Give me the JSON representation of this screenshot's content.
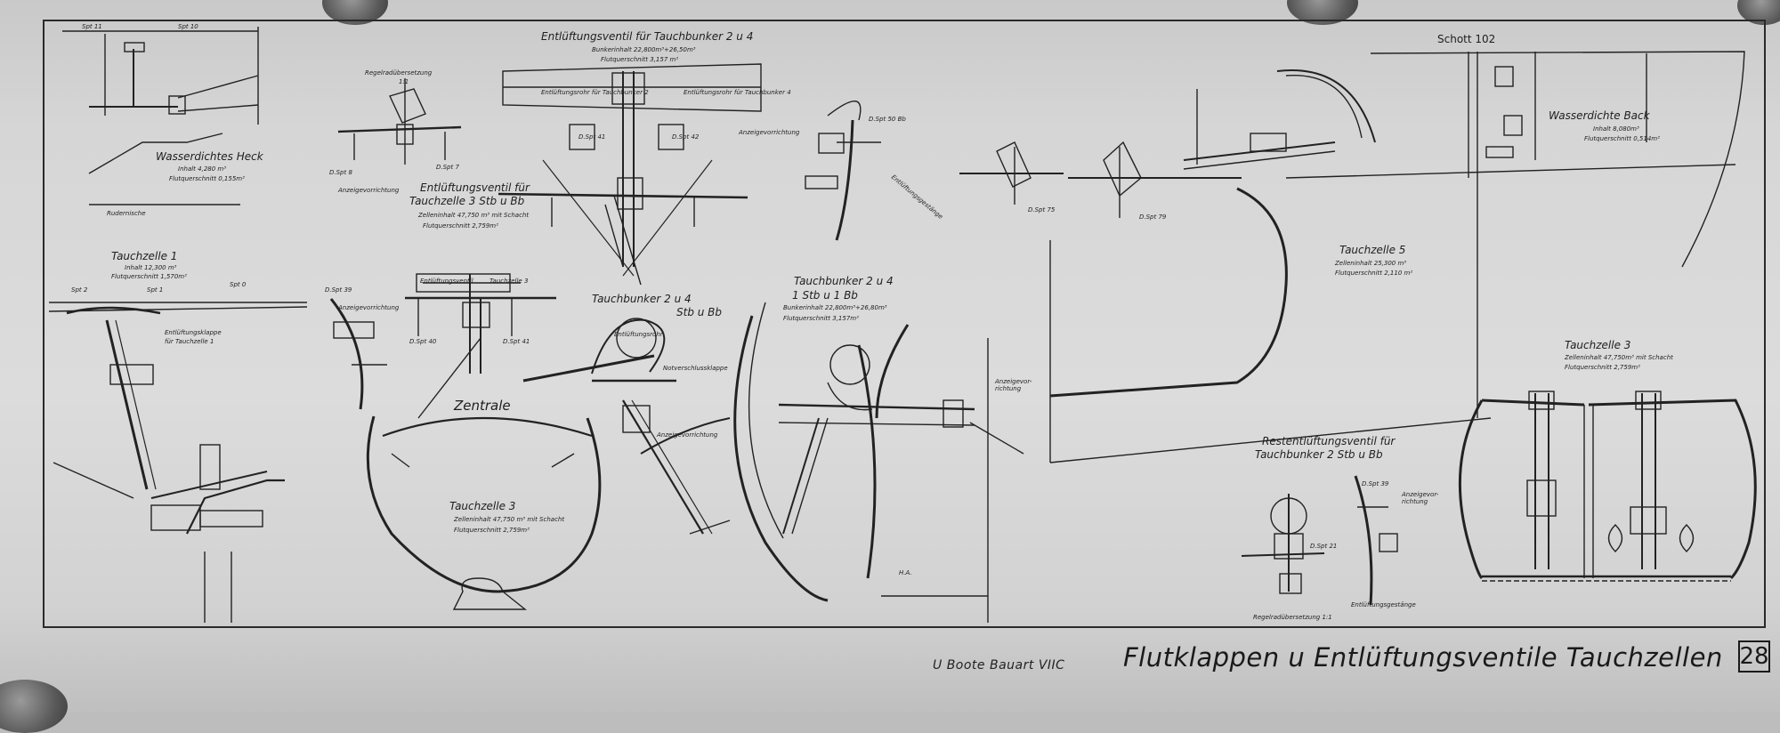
{
  "labels": {
    "wasserdichtes_heck": "Wasserdichtes Heck",
    "heck_inhalt": "Inhalt 4,280 m³",
    "heck_flut": "Flutquerschnitt 0,155m²",
    "rudernische": "Rudernische",
    "spt11": "Spt 11",
    "spt10": "Spt 10",
    "tauchzelle1": "Tauchzelle 1",
    "tz1_inhalt": "Inhalt 12,300 m³",
    "tz1_flut": "Flutquerschnitt 1,570m²",
    "spt2": "Spt 2",
    "spt1": "Spt 1",
    "spt0": "Spt 0",
    "entlueftungsklappe": "Entlüftungsklappe",
    "fuer_tz1": "für Tauchzelle 1",
    "regelradubersetzung1": "Regelradübersetzung",
    "ratio11": "1:1",
    "dspt8": "D.Spt 8",
    "dspt7": "D.Spt 7",
    "anzeigevorrichtung1": "Anzeigevorrichtung",
    "ev_tz3_l1": "Entlüftungsventil für",
    "ev_tz3_l2": "Tauchzelle 3   Stb u Bb",
    "ev_tz3_inhalt": "Zelleninhalt 47,750 m³ mit Schacht",
    "ev_tz3_flut": "Flutquerschnitt 2,759m²",
    "ev_tb_title": "Entlüftungsventil für Tauchbunker 2 u 4",
    "ev_tb_inhalt": "Bunkerinhalt 22,800m³+26,50m³",
    "ev_tb_flut": "Flutquerschnitt 3,157 m²",
    "ev_rohr_links": "Entlüftungsrohr für Tauchbunker 2",
    "ev_rohr_rechts": "Entlüftungsrohr für Tauchbunker 4",
    "dspt41a": "D.Spt 41",
    "dspt42": "D.Spt 42",
    "anzeigevorrichtung2": "Anzeigevorrichtung",
    "dspt50": "D.Spt 50 Bb",
    "entlueftungsgestaenge": "Entlüftungsgestänge",
    "dspt39": "D.Spt 39",
    "anzeigevorrichtung3": "Anzeigevorrichtung",
    "ev_tz3_small": "Entlüftungsventil",
    "tz3_small": "Tauchzelle 3",
    "dspt40": "D.Spt 40",
    "dspt41b": "D.Spt 41",
    "zentrale": "Zentrale",
    "tz3_center": "Tauchzelle 3",
    "tz3_center_inhalt": "Zelleninhalt 47,750 m³ mit Schacht",
    "tz3_center_flut": "Flutquerschnitt 2,759m²",
    "tb24_l1": "Tauchbunker 2 u 4",
    "tb24_l2": "Stb u Bb",
    "entlueftungsrohr": "Entlüftungsrohr",
    "notverschlussklappe": "Notverschlussklappe",
    "anzeigevorrichtung4": "Anzeigevorrichtung",
    "tb24b_l1": "Tauchbunker 2 u 4",
    "tb24b_l2": "1 Stb u 1 Bb",
    "tb24b_inhalt": "Bunkerinhalt 22,800m³+26,80m³",
    "tb24b_flut": "Flutquerschnitt 3,157m²",
    "anzeigevorrichtung5": "Anzeigevor-richtung",
    "ha": "H.A.",
    "dspt75": "D.Spt 75",
    "dspt79": "D.Spt 79",
    "schott102": "Schott 102",
    "wasserdichte_back": "Wasserdichte Back",
    "back_inhalt": "Inhalt 8,080m³",
    "back_flut": "Flutquerschnitt 0,514m²",
    "tauchzelle5": "Tauchzelle 5",
    "tz5_inhalt": "Zelleninhalt 25,300 m³",
    "tz5_flut": "Flutquerschnitt 2,110 m²",
    "tz3_right": "Tauchzelle 3",
    "tz3_right_inhalt": "Zelleninhalt 47,750m³ mit Schacht",
    "tz3_right_flut": "Flutquerschnitt 2,759m²",
    "rest_l1": "Restentlüftungsventil für",
    "rest_l2": "Tauchbunker 2   Stb u Bb",
    "dspt21": "D.Spt 21",
    "dspt39b": "D.Spt 39",
    "anzeigevorrichtung6": "Anzeigevor-richtung",
    "entlueftungsgestaenge2": "Entlüftungsgestänge",
    "regelradubersetzung2": "Regelradübersetzung 1:1"
  },
  "footer": {
    "subtitle": "U Boote Bauart VIIC",
    "title": "Flutklappen u Entlüftungsventile Tauchzellen",
    "page": "28"
  }
}
